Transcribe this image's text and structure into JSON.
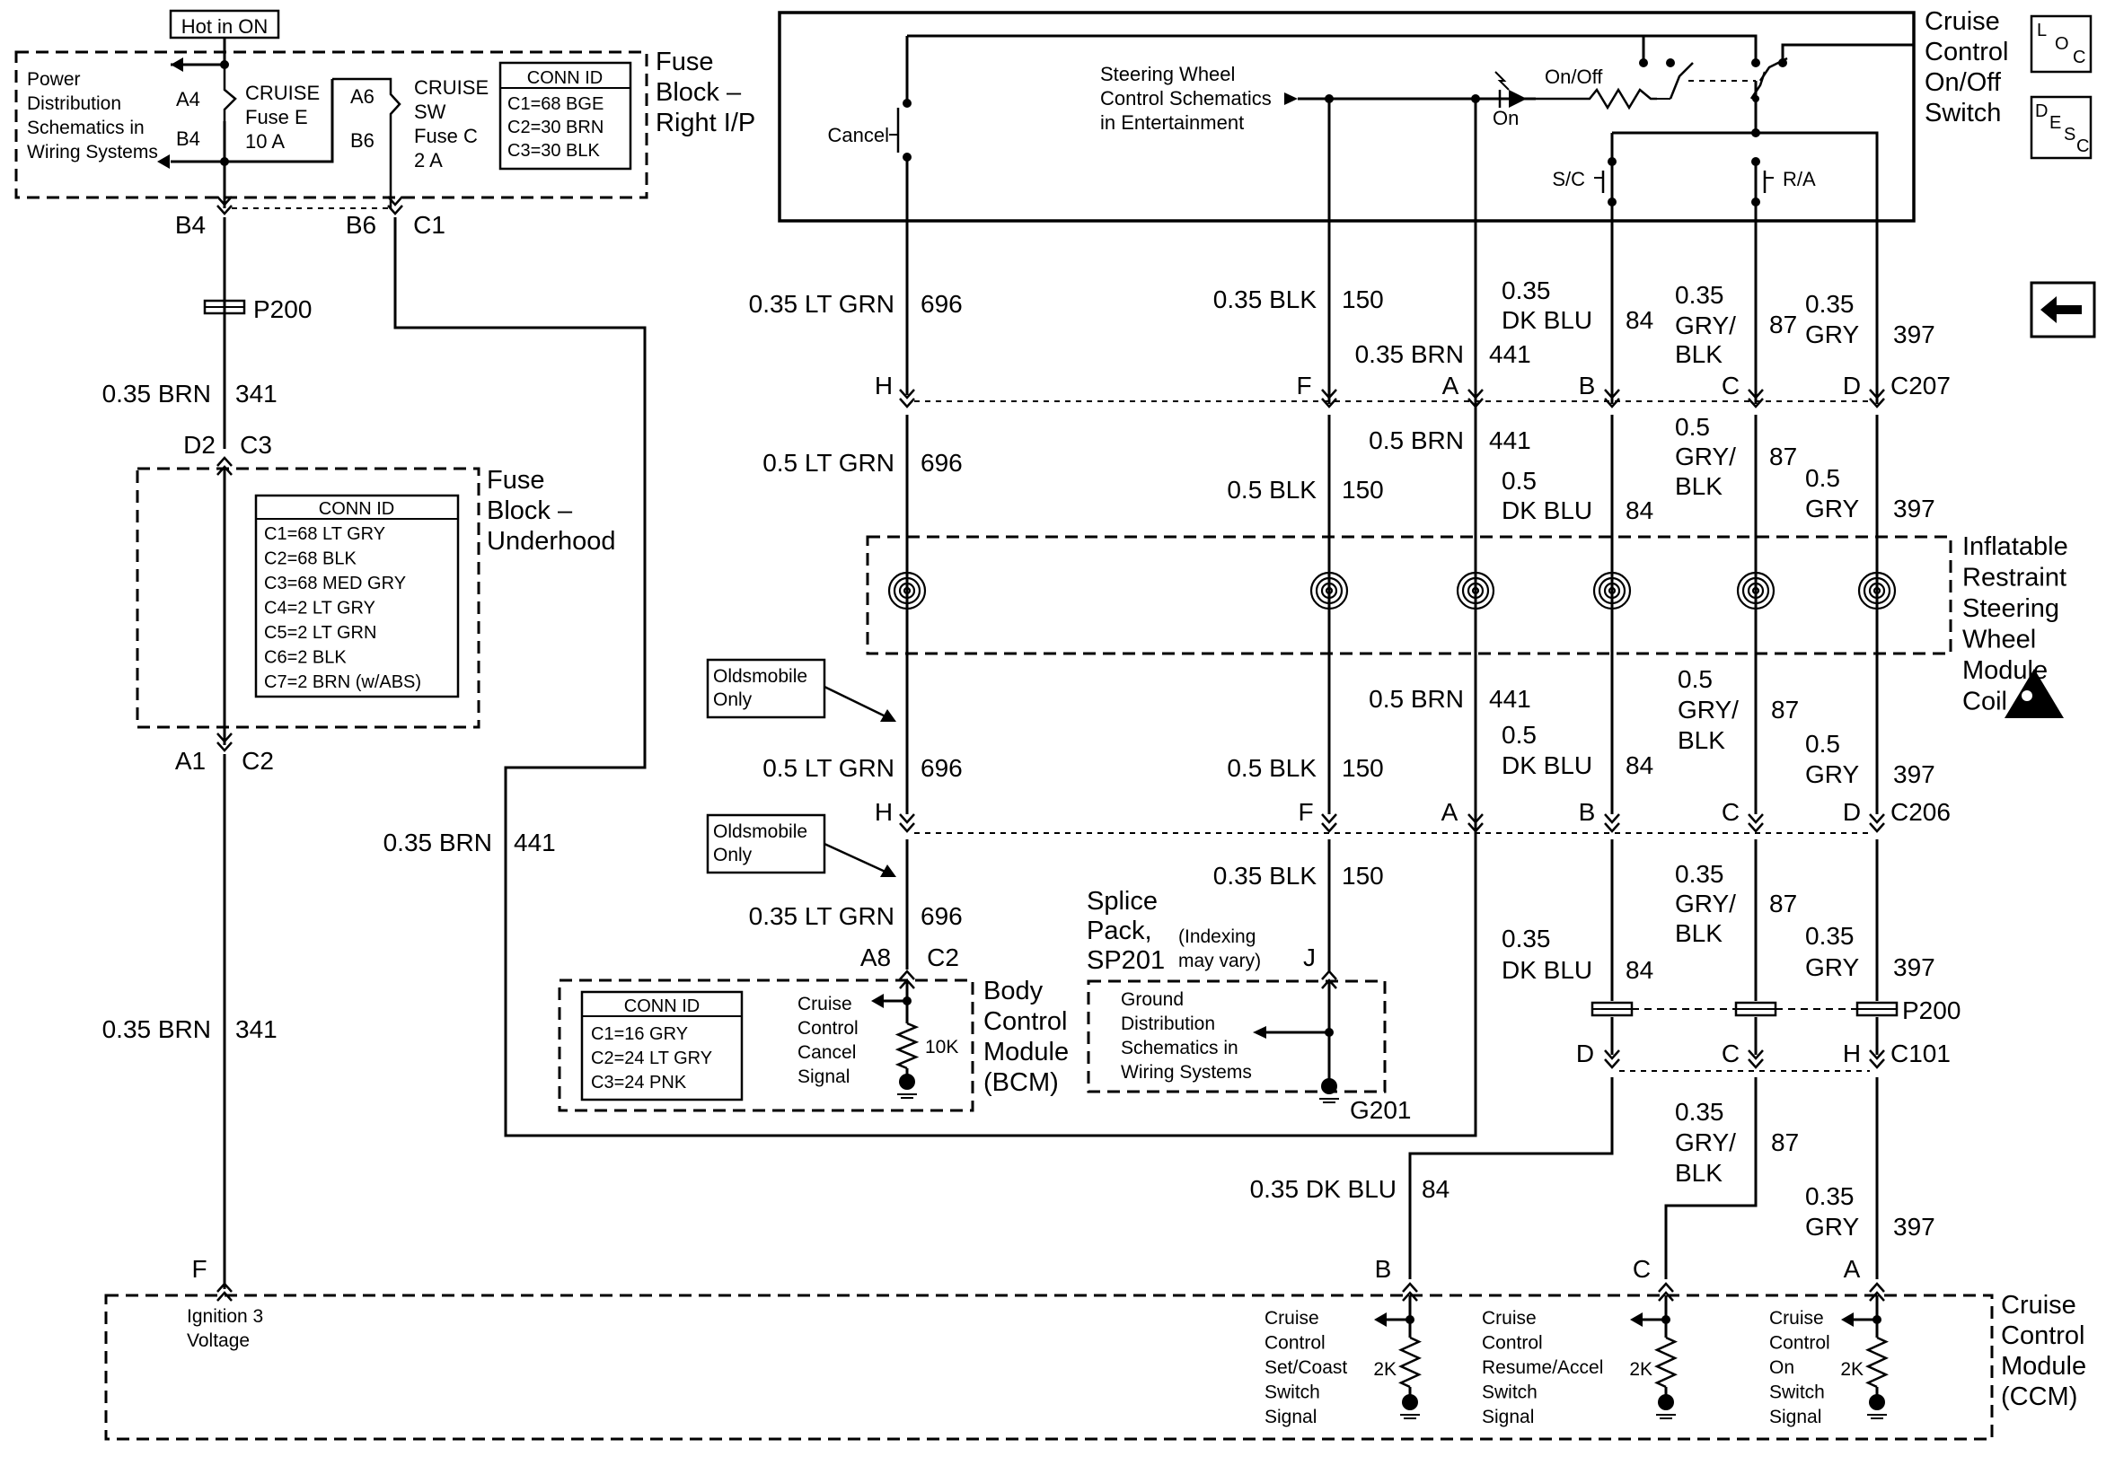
{
  "hot_label": "Hot in ON",
  "fuse_block_ip": {
    "title": [
      "Fuse",
      "Block –",
      "Right I/P"
    ],
    "power_dist": [
      "Power",
      "Distribution",
      "Schematics in",
      "Wiring Systems"
    ],
    "fuse_e": [
      "CRUISE",
      "Fuse E",
      "10 A"
    ],
    "fuse_c": [
      "CRUISE",
      "SW",
      "Fuse C",
      "2 A"
    ],
    "pins": [
      "A4",
      "B4",
      "A6",
      "B6"
    ],
    "conn_title": "CONN ID",
    "conn_rows": [
      "C1=68 BGE",
      "C2=30 BRN",
      "C3=30 BLK"
    ],
    "out_pins": [
      "B4",
      "B6",
      "C1"
    ]
  },
  "fuse_block_uh": {
    "title": [
      "Fuse",
      "Block –",
      "Underhood"
    ],
    "conn_title": "CONN ID",
    "conn_rows": [
      "C1=68 LT GRY",
      "C2=68 BLK",
      "C3=68 MED GRY",
      "C4=2 LT GRY",
      "C5=2 LT GRN",
      "C6=2 BLK",
      "C7=2 BRN (w/ABS)"
    ],
    "pins": [
      "D2",
      "C3",
      "A1",
      "C2"
    ]
  },
  "switch": {
    "title": [
      "Cruise",
      "Control",
      "On/Off",
      "Switch"
    ],
    "cancel": "Cancel",
    "steering_ref": [
      "Steering Wheel",
      "Control Schematics",
      "in Entertainment"
    ],
    "on_off": "On/Off",
    "on": "On",
    "sc": "S/C",
    "ra": "R/A"
  },
  "loc_icon": [
    "L",
    "O",
    "C"
  ],
  "desc_icon": [
    "D",
    "E",
    "S",
    "C"
  ],
  "wires": {
    "w341_a": [
      "0.35 BRN",
      "341"
    ],
    "p200_left": "P200",
    "w341_b": [
      "0.35 BRN",
      "341"
    ],
    "w441_left": [
      "0.35 BRN",
      "441"
    ],
    "w696_a": [
      "0.35 LT GRN",
      "696"
    ],
    "w150_a": [
      "0.35 BLK",
      "150"
    ],
    "w84_a": [
      "0.35",
      "DK BLU",
      "84"
    ],
    "w441_a": [
      "0.35 BRN",
      "441"
    ],
    "w87_a": [
      "0.35",
      "GRY/",
      "BLK",
      "87"
    ],
    "w397_a": [
      "0.35",
      "GRY",
      "397"
    ],
    "w696_b": [
      "0.5 LT GRN",
      "696"
    ],
    "w441_b": [
      "0.5 BRN",
      "441"
    ],
    "w150_b": [
      "0.5 BLK",
      "150"
    ],
    "w84_b": [
      "0.5",
      "DK BLU",
      "84"
    ],
    "w87_b": [
      "0.5",
      "GRY/",
      "BLK",
      "87"
    ],
    "w397_b": [
      "0.5",
      "GRY",
      "397"
    ],
    "w441_c": [
      "0.5 BRN",
      "441"
    ],
    "w87_c": [
      "0.5",
      "GRY/",
      "BLK",
      "87"
    ],
    "w84_c": [
      "0.5",
      "DK BLU",
      "84"
    ],
    "w696_c": [
      "0.5 LT GRN",
      "696"
    ],
    "w150_c": [
      "0.5 BLK",
      "150"
    ],
    "w397_c": [
      "0.5",
      "GRY",
      "397"
    ],
    "w150_d": [
      "0.35 BLK",
      "150"
    ],
    "w87_d": [
      "0.35",
      "GRY/",
      "BLK",
      "87"
    ],
    "w696_d": [
      "0.35 LT GRN",
      "696"
    ],
    "w84_d": [
      "0.35",
      "DK BLU",
      "84"
    ],
    "w397_d": [
      "0.35",
      "GRY",
      "397"
    ],
    "w84_e": [
      "0.35 DK BLU",
      "84"
    ],
    "w87_e": [
      "0.35",
      "GRY/",
      "BLK",
      "87"
    ],
    "w397_e": [
      "0.35",
      "GRY",
      "397"
    ]
  },
  "c207": {
    "label": "C207",
    "pins": [
      "H",
      "F",
      "A",
      "B",
      "C",
      "D"
    ]
  },
  "c206": {
    "label": "C206",
    "pins": [
      "H",
      "F",
      "A",
      "B",
      "C",
      "D"
    ]
  },
  "coil_label": [
    "Inflatable",
    "Restraint",
    "Steering",
    "Wheel",
    "Module",
    "Coil"
  ],
  "olds_note": [
    "Oldsmobile",
    "Only"
  ],
  "splice": {
    "title": [
      "Splice",
      "Pack,",
      "SP201"
    ],
    "note": [
      "(Indexing",
      "may vary)"
    ],
    "pin": "J",
    "ground_text": [
      "Ground",
      "Distribution",
      "Schematics in",
      "Wiring Systems"
    ],
    "ground_id": "G201"
  },
  "bcm": {
    "title": [
      "Body",
      "Control",
      "Module",
      "(BCM)"
    ],
    "pins": [
      "A8",
      "C2"
    ],
    "conn_title": "CONN ID",
    "conn_rows": [
      "C1=16 GRY",
      "C2=24 LT GRY",
      "C3=24 PNK"
    ],
    "signal": [
      "Cruise",
      "Control",
      "Cancel",
      "Signal"
    ],
    "resistor": "10K"
  },
  "p200_right": "P200",
  "c101": {
    "label": "C101",
    "pins": [
      "D",
      "C",
      "H"
    ]
  },
  "ccm": {
    "title": [
      "Cruise",
      "Control",
      "Module",
      "(CCM)"
    ],
    "pin_f": "F",
    "ignition": [
      "Ignition 3",
      "Voltage"
    ],
    "pins": [
      "B",
      "C",
      "A"
    ],
    "sig_set": [
      "Cruise",
      "Control",
      "Set/Coast",
      "Switch",
      "Signal"
    ],
    "sig_res": [
      "Cruise",
      "Control",
      "Resume/Accel",
      "Switch",
      "Signal"
    ],
    "sig_on": [
      "Cruise",
      "Control",
      "On",
      "Switch",
      "Signal"
    ],
    "resistor": "2K"
  }
}
